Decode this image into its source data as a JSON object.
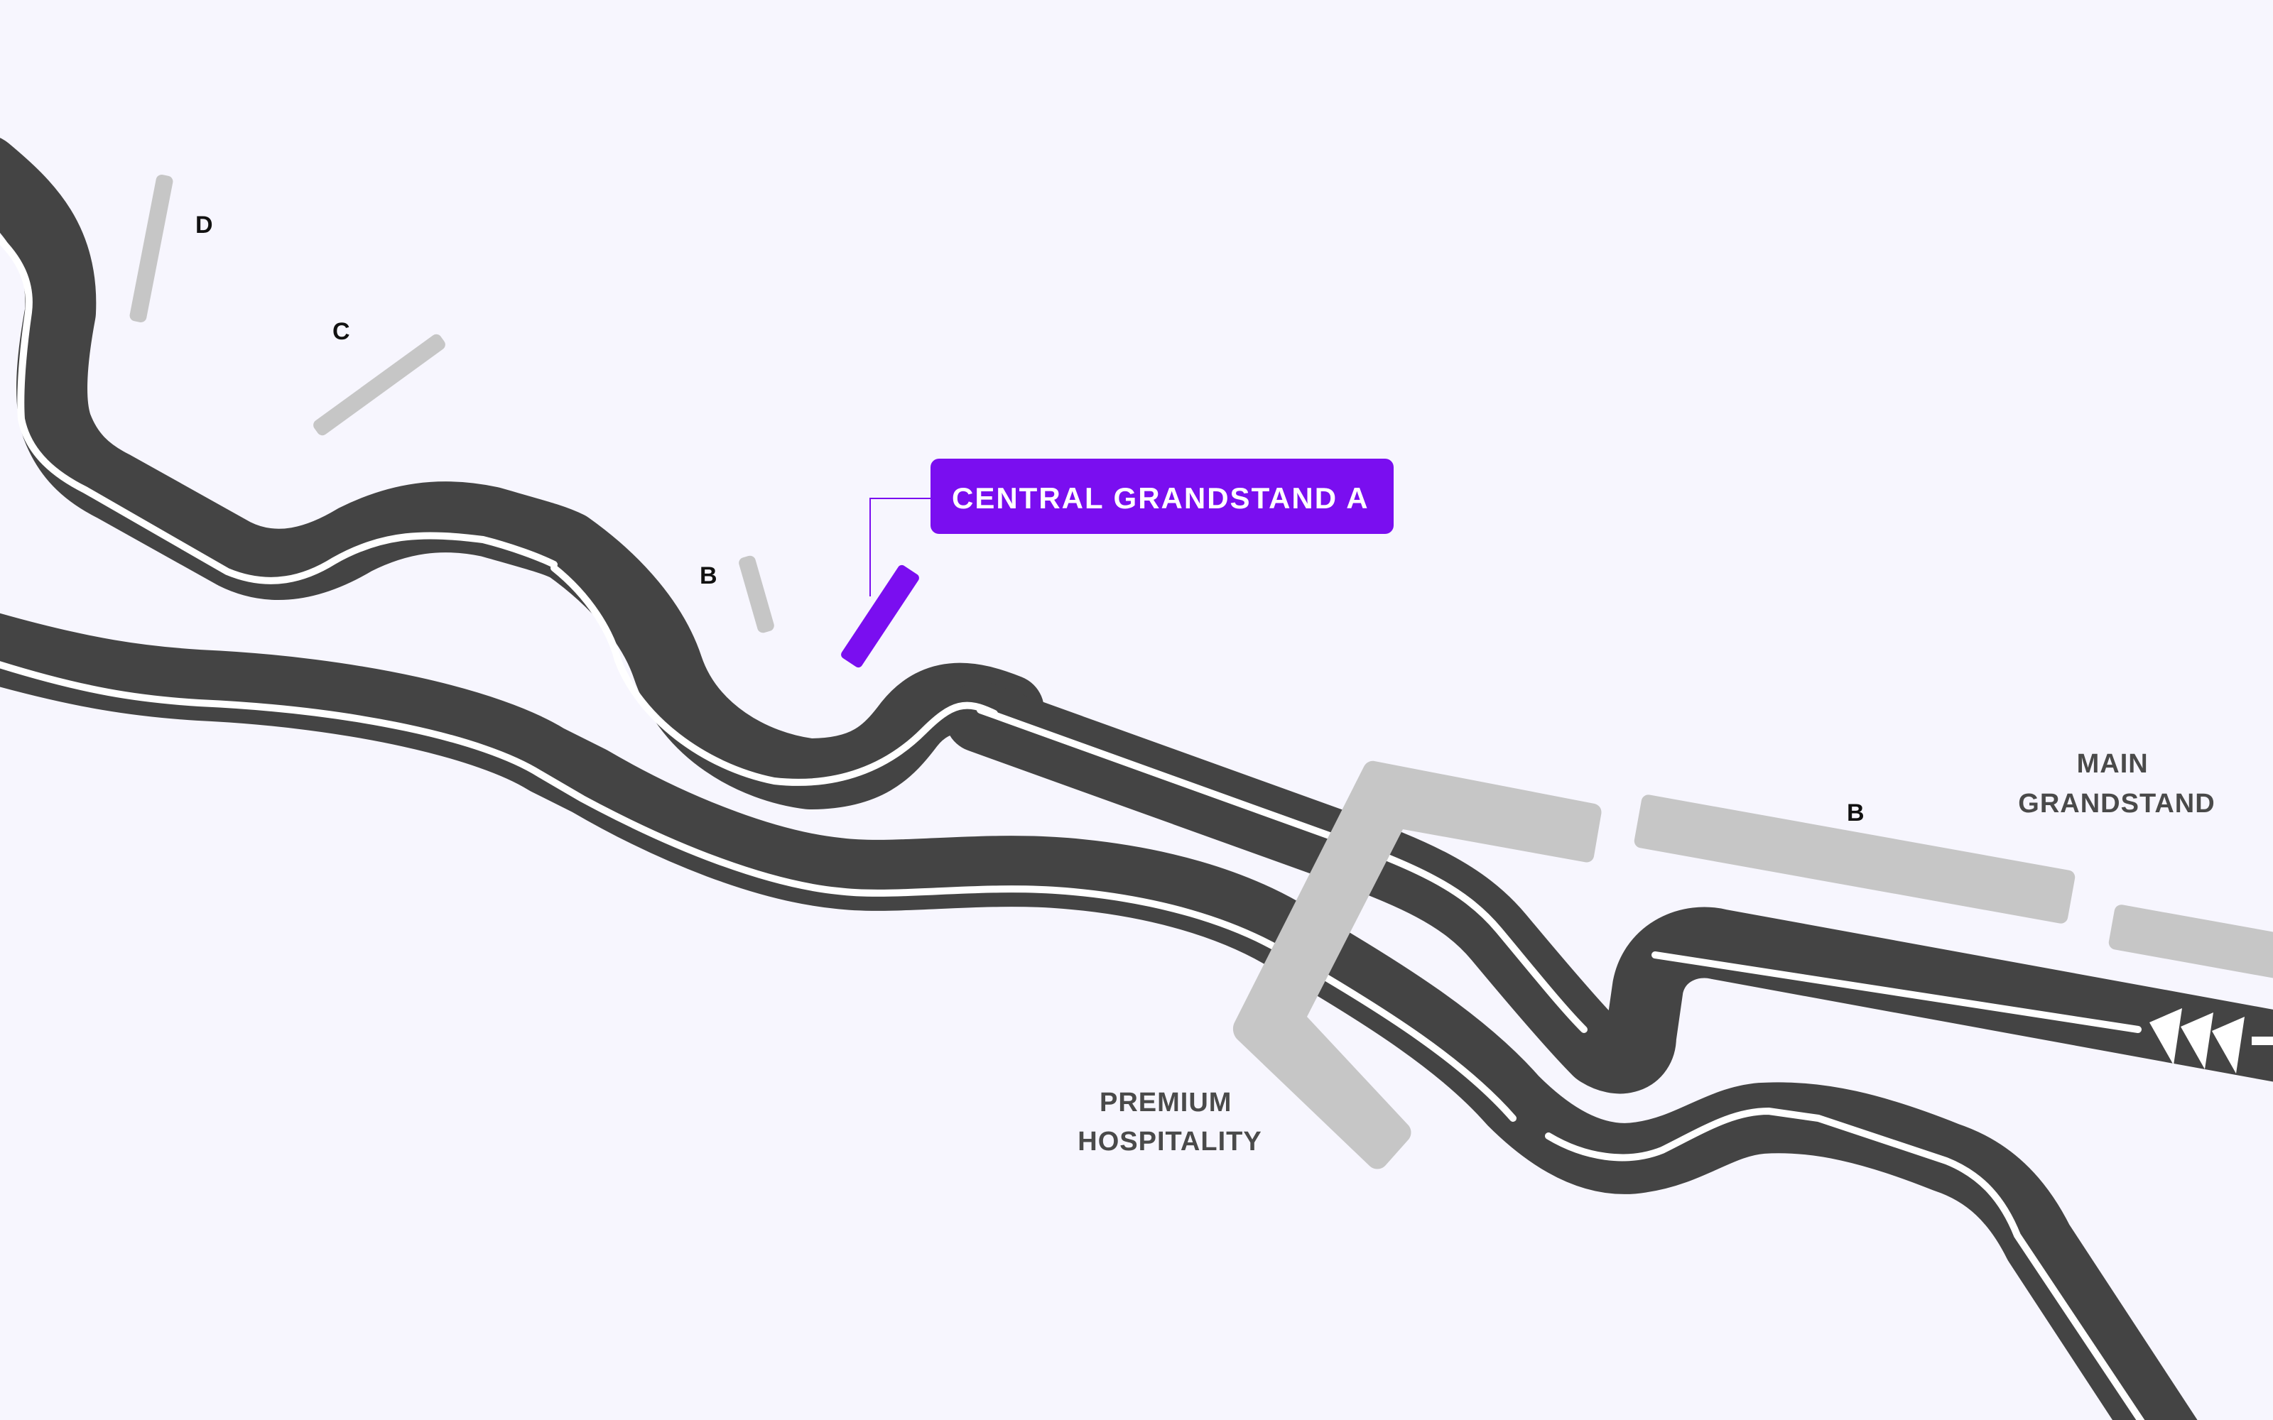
{
  "map": {
    "colors": {
      "background": "#f7f6fe",
      "track": "#444444",
      "track_edge_line": "#ffffff",
      "stand": "#c6c6c6",
      "highlight": "#7a0ef0"
    },
    "highlighted_stand": {
      "label": "CENTRAL  GRANDSTAND A"
    },
    "stands": [
      {
        "id": "d",
        "label": "D"
      },
      {
        "id": "c",
        "label": "C"
      },
      {
        "id": "b-left",
        "label": "B"
      },
      {
        "id": "b-right",
        "label": "B"
      }
    ],
    "areas": {
      "premium_hospitality": [
        "PREMIUM",
        "HOSPITALITY"
      ],
      "main_grandstand": [
        "MAIN",
        "GRANDSTAND"
      ]
    },
    "direction_icon": "triple-chevron-left-icon"
  }
}
